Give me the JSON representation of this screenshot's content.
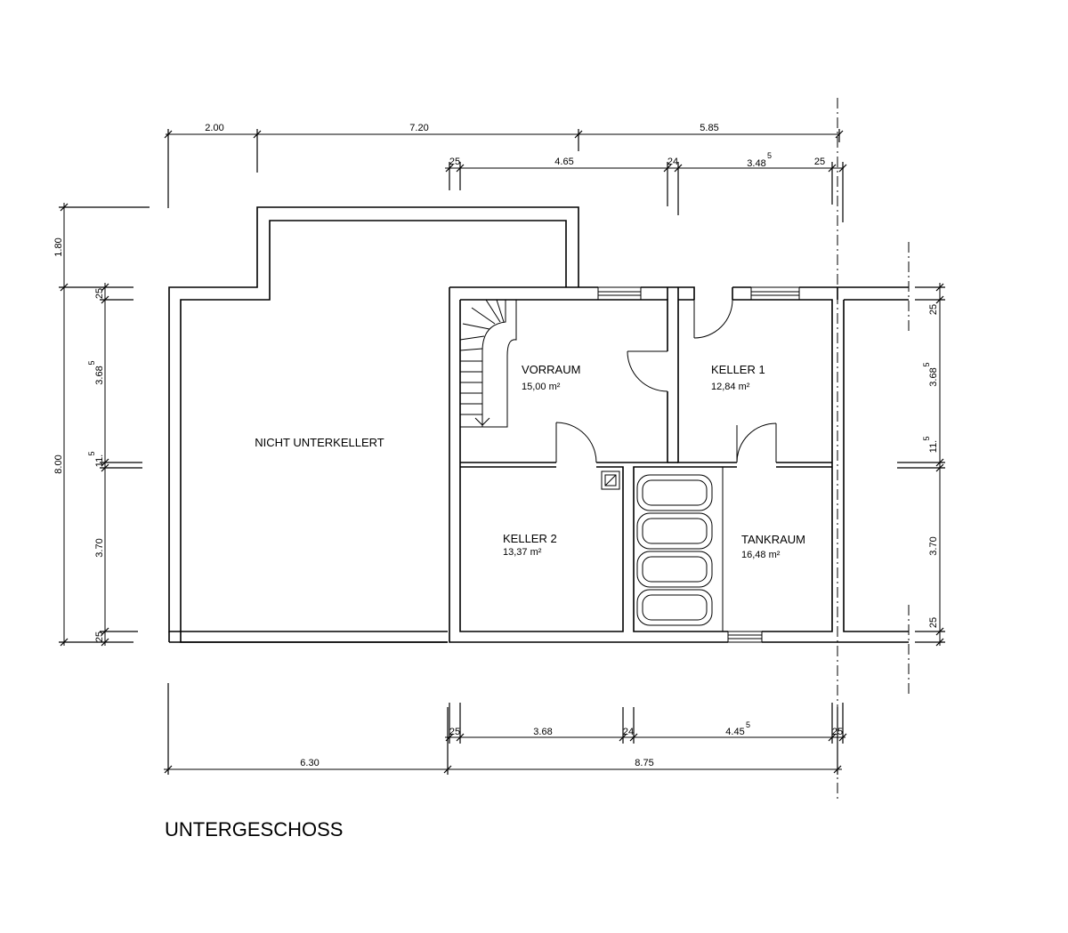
{
  "title": "UNTERGESCHOSS",
  "rooms": {
    "nicht_unterkellert": {
      "name": "NICHT UNTERKELLERT"
    },
    "vorraum": {
      "name": "VORRAUM",
      "area": "15,00 m²"
    },
    "keller1": {
      "name": "KELLER 1",
      "area": "12,84 m²"
    },
    "keller2": {
      "name": "KELLER 2",
      "area": "13,37 m²"
    },
    "tankraum": {
      "name": "TANKRAUM",
      "area": "16,48 m²"
    }
  },
  "dimensions": {
    "top1": [
      "2.00",
      "7.20",
      "5.85"
    ],
    "top2": [
      "25",
      "4.65",
      "24",
      "3.48",
      "5",
      "25"
    ],
    "left_outer": [
      "1.80",
      "8.00"
    ],
    "left_inner": [
      "25",
      "3.68",
      "5",
      "11.",
      "5",
      "3.70",
      "25"
    ],
    "right": [
      "25",
      "3.68",
      "5",
      "11.",
      "5",
      "3.70",
      "25"
    ],
    "bottom1": [
      "25",
      "3.68",
      "24",
      "4.45",
      "5",
      "25"
    ],
    "bottom2": [
      "6.30",
      "8.75"
    ]
  }
}
